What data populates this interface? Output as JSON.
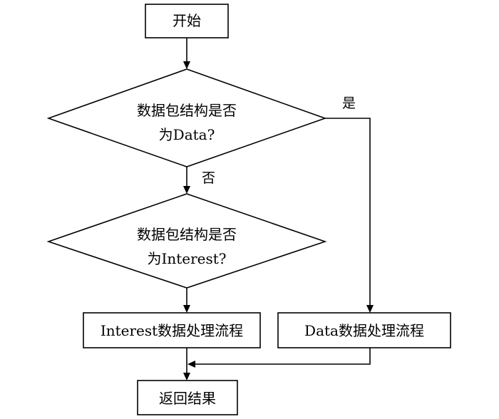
{
  "diagram": {
    "nodes": {
      "start": "开始",
      "decision_data_line1": "数据包结构是否",
      "decision_data_line2": "为Data?",
      "decision_interest_line1": "数据包结构是否",
      "decision_interest_line2": "为Interest?",
      "interest_process": "Interest数据处理流程",
      "data_process": "Data数据处理流程",
      "return_result": "返回结果"
    },
    "edge_labels": {
      "yes": "是",
      "no": "否"
    }
  }
}
